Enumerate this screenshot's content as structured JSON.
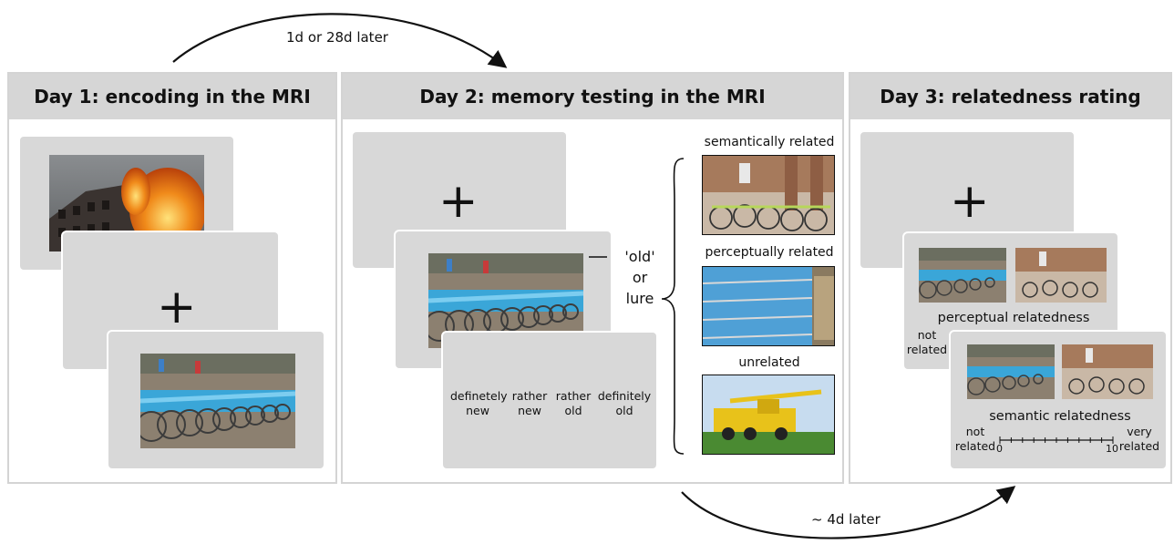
{
  "arrows": {
    "top_label": "1d or 28d later",
    "bottom_label": "~ 4d later"
  },
  "day1": {
    "title": "Day 1: encoding in the MRI",
    "cross": "+"
  },
  "day2": {
    "title": "Day 2:  memory testing in the MRI",
    "cross": "+",
    "choice": {
      "old": "'old'",
      "or": "or",
      "lure": "lure"
    },
    "ratings": [
      {
        "line1": "definetely",
        "line2": "new"
      },
      {
        "line1": "rather",
        "line2": "new"
      },
      {
        "line1": "rather",
        "line2": "old"
      },
      {
        "line1": "definitely",
        "line2": "old"
      }
    ],
    "lure_types": {
      "semantic": "semantically related",
      "perceptual": "perceptually  related",
      "unrelated": "unrelated"
    }
  },
  "day3": {
    "title": "Day 3: relatedness rating",
    "cross": "+",
    "perceptual_label": "perceptual relatedness",
    "semantic_label": "semantic relatedness",
    "not_related": {
      "line1": "not",
      "line2": "related"
    },
    "very_related": {
      "line1": "very",
      "line2": "related"
    },
    "scale_min": "0",
    "scale_max": "10"
  },
  "colors": {
    "panel_header": "#d6d6d6",
    "screen": "#d8d8d8",
    "bike_blue": "#3aa6d8",
    "fire_orange": "#f08a1a",
    "crane_yellow": "#e8c21a"
  }
}
